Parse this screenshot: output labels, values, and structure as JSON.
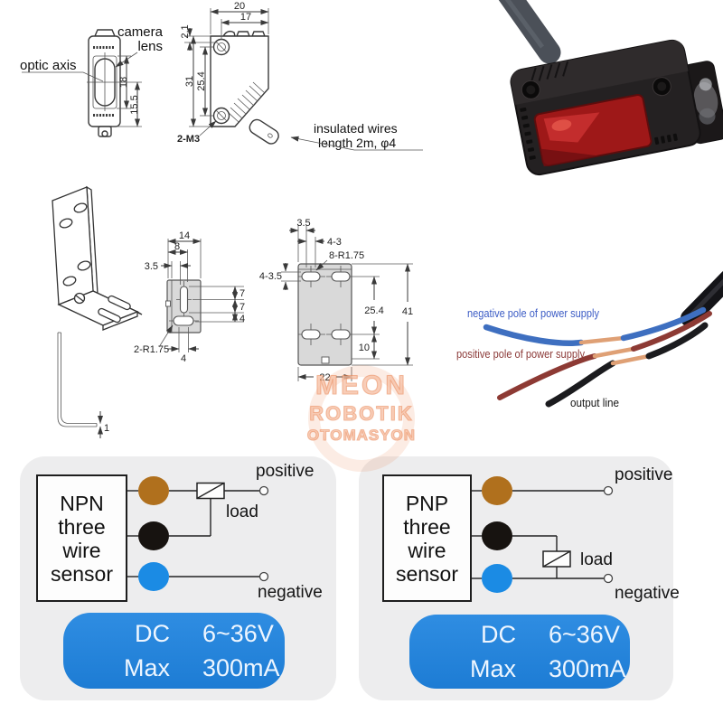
{
  "colors": {
    "rating_blue": "#1f80d8",
    "wire_brown": "#b0701d",
    "wire_black": "#171310",
    "wire_blue": "#1b8be4",
    "label_negative_blue": "#3c5cc5",
    "label_positive_red": "#8c3a38",
    "plate_fill": "#d9d9d9",
    "panel_bg": "#ededee",
    "lens_red": "#a81b1b",
    "watermark_orange": "#e6703c"
  },
  "drawings": {
    "front_view": {
      "camera_label_line1": "camera",
      "camera_label_line2": "lens",
      "optic_axis_label": "optic axis",
      "lens_height": "18",
      "axis_offset": "15.5"
    },
    "side_view": {
      "width": "20",
      "hole_inset": "17",
      "top_offset": "2.1",
      "height": "31",
      "hole_spacing": "25.4",
      "thread_label": "2-M3",
      "cable_note_line1": "insulated wires",
      "cable_note_line2": "length 2m, φ4"
    },
    "bracket": {
      "thickness": "1"
    },
    "small_plate": {
      "width": "14",
      "slot_span": "8",
      "edge_offset": "3.5",
      "dim_7a": "7",
      "dim_7b": "7",
      "dim_4_right": "4",
      "dim_4_bottom": "4",
      "radius_label": "2-R1.75"
    },
    "large_plate": {
      "edge_offset": "3.5",
      "slot_width": "4-3",
      "radius_label": "8-R1.75",
      "slot_height": "4-3.5",
      "hole_spacing": "25.4",
      "height": "41",
      "bottom_offset": "10",
      "width": "22"
    }
  },
  "cable_photo": {
    "negative_label": "negative pole of power supply",
    "positive_label": "positive pole of power supply",
    "output_label": "output line"
  },
  "watermark": {
    "line1": "MEON",
    "line2": "ROBOTIK",
    "line3": "OTOMASYON"
  },
  "wiring_panels": {
    "npn": {
      "sensor_line1": "NPN",
      "sensor_line2": "three",
      "sensor_line3": "wire",
      "sensor_line4": "sensor",
      "positive_label": "positive",
      "load_label": "load",
      "negative_label": "negative",
      "rating_dc_label": "DC",
      "rating_voltage": "6~36V",
      "rating_max_label": "Max",
      "rating_current": "300mA"
    },
    "pnp": {
      "sensor_line1": "PNP",
      "sensor_line2": "three",
      "sensor_line3": "wire",
      "sensor_line4": "sensor",
      "positive_label": "positive",
      "load_label": "load",
      "negative_label": "negative",
      "rating_dc_label": "DC",
      "rating_voltage": "6~36V",
      "rating_max_label": "Max",
      "rating_current": "300mA"
    }
  }
}
